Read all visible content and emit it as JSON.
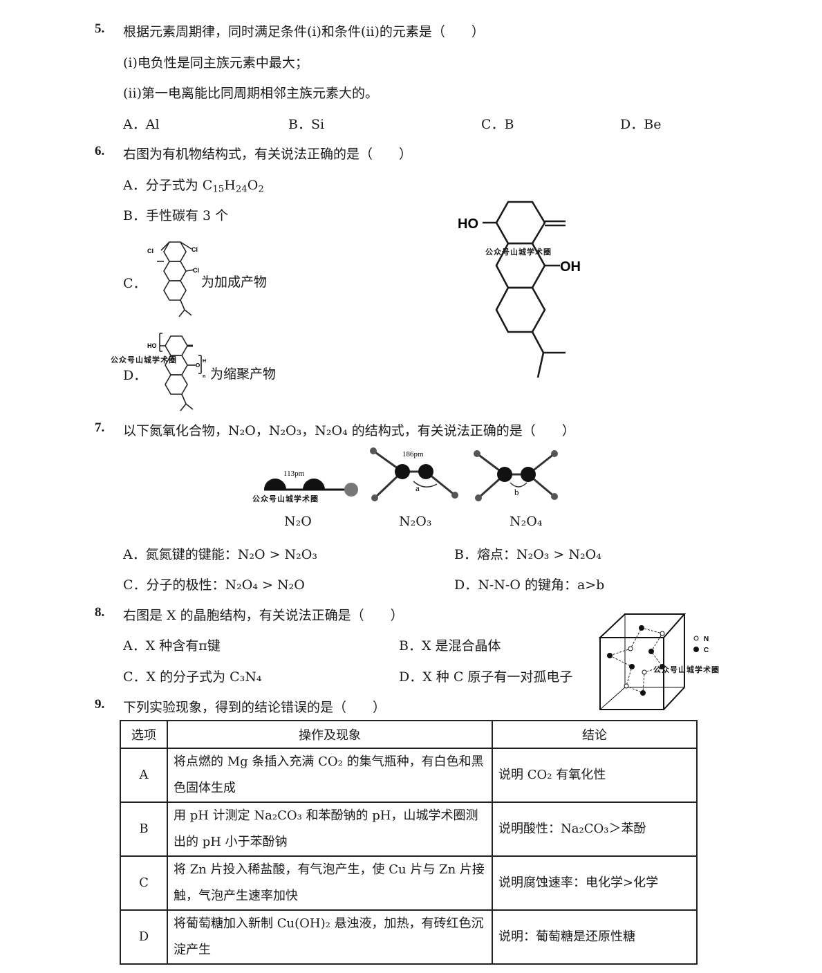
{
  "q5": {
    "num": "5.",
    "stem": "根据元素周期律，同时满足条件(i)和条件(ii)的元素是（　　）",
    "cond1": "(i)电负性是同主族元素中最大；",
    "cond2": "(ii)第一电离能比同周期相邻主族元素大的。",
    "options": [
      "A．Al",
      "B．Si",
      "C．B",
      "D．Be"
    ]
  },
  "q6": {
    "num": "6.",
    "stem": "右图为有机物结构式，有关说法正确的是（　　）",
    "optA_prefix": "A．分子式为 C",
    "optA_s1": "15",
    "optA_h": "H",
    "optA_s2": "24",
    "optA_o": "O",
    "optA_s3": "2",
    "optB": "B．手性碳有 3 个",
    "optC_label": "C．",
    "optC_text": "为加成产物",
    "optD_label": "D．",
    "optD_text": "为缩聚产物",
    "struct_labels": {
      "ho": "HO",
      "oh": "OH",
      "cl": "Cl",
      "ho_small": "HO",
      "o_small": "O",
      "h_small": "H",
      "n_small": "n"
    }
  },
  "q7": {
    "num": "7.",
    "stem_prefix": "以下氮氧化合物，N",
    "stem_text": "以下氮氧化合物，N₂O，N₂O₃，N₂O₄ 的结构式，有关说法正确的是（　　）",
    "bond1": "113pm",
    "bond2": "186pm",
    "angle_a": "a",
    "angle_b": "b",
    "mol1": "N₂O",
    "mol2": "N₂O₃",
    "mol3": "N₂O₄",
    "optA": "A．氮氮键的键能：N₂O > N₂O₃",
    "optB": "B．熔点：N₂O₃ > N₂O₄",
    "optC": "C．分子的极性：N₂O₄ > N₂O",
    "optD": "D．N-N-O 的键角：a>b"
  },
  "q8": {
    "num": "8.",
    "stem": "右图是 X 的晶胞结构，有关说法正确是（　　）",
    "optA": "A．X 种含有π键",
    "optB": "B．X 是混合晶体",
    "optC": "C．X 的分子式为 C₃N₄",
    "optD": "D．X 种 C 原子有一对孤电子",
    "legend_n": "N",
    "legend_c": "C"
  },
  "q9": {
    "num": "9.",
    "stem": "下列实验现象，得到的结论错误的是（　　）",
    "headers": [
      "选项",
      "操作及现象",
      "结论"
    ],
    "rows": [
      {
        "opt": "A",
        "op": "将点燃的 Mg 条插入充满 CO₂ 的集气瓶种，有白色和黑色固体生成",
        "con": "说明 CO₂ 有氧化性"
      },
      {
        "opt": "B",
        "op": "用 pH 计测定 Na₂CO₃ 和苯酚钠的 pH，山城学术圈测出的 pH 小于苯酚钠",
        "con": "说明酸性：Na₂CO₃＞苯酚"
      },
      {
        "opt": "C",
        "op": "将 Zn 片投入稀盐酸，有气泡产生，使 Cu 片与 Zn 片接触，气泡产生速率加快",
        "con": "说明腐蚀速率：电化学>化学"
      },
      {
        "opt": "D",
        "op": "将葡萄糖加入新制 Cu(OH)₂ 悬浊液，加热，有砖红色沉淀产生",
        "con": "说明：葡萄糖是还原性糖"
      }
    ]
  },
  "watermark": "公众号山城学术圈"
}
